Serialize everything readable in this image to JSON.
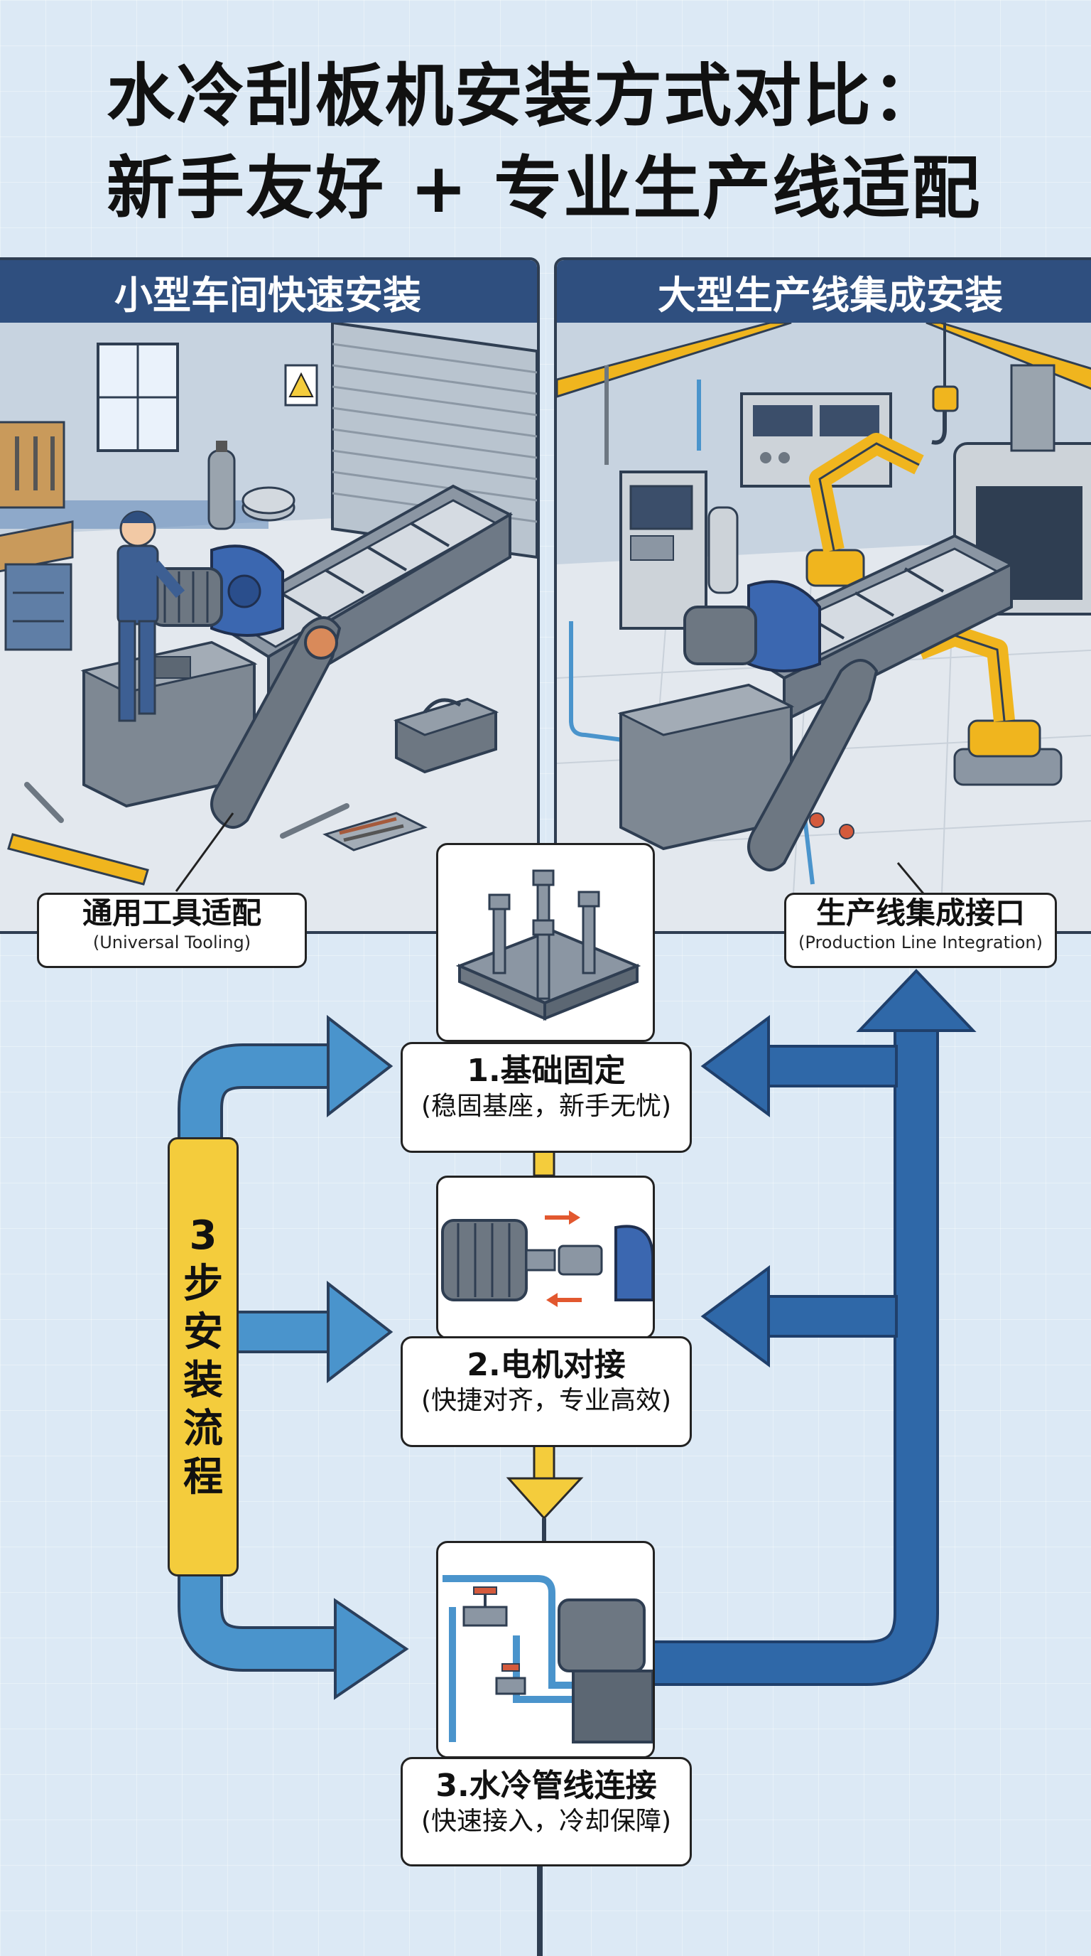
{
  "title": {
    "line1": "水冷刮板机安装方式对比：",
    "line2": "新手友好 + 专业生产线适配"
  },
  "panels": {
    "left": {
      "header": "小型车间快速安装",
      "callout_cn": "通用工具适配",
      "callout_en": "(Universal Tooling)"
    },
    "right": {
      "header": "大型生产线集成安装",
      "callout_cn": "生产线集成接口",
      "callout_en": "(Production Line Integration)"
    }
  },
  "process": {
    "label_chars": [
      "3",
      "步",
      "安",
      "装",
      "流",
      "程"
    ],
    "steps": [
      {
        "title": "1.基础固定",
        "subtitle": "(稳固基座，新手无忧)"
      },
      {
        "title": "2.电机对接",
        "subtitle": "(快捷对齐，专业高效)"
      },
      {
        "title": "3.水冷管线连接",
        "subtitle": "(快速接入，冷却保障)"
      }
    ]
  },
  "colors": {
    "header_blue": "#2f4f7f",
    "arrow_light_blue": "#4a94cc",
    "arrow_dark_blue": "#2f68a8",
    "process_yellow": "#f4cc3c",
    "robot_yellow": "#f0b51e"
  }
}
